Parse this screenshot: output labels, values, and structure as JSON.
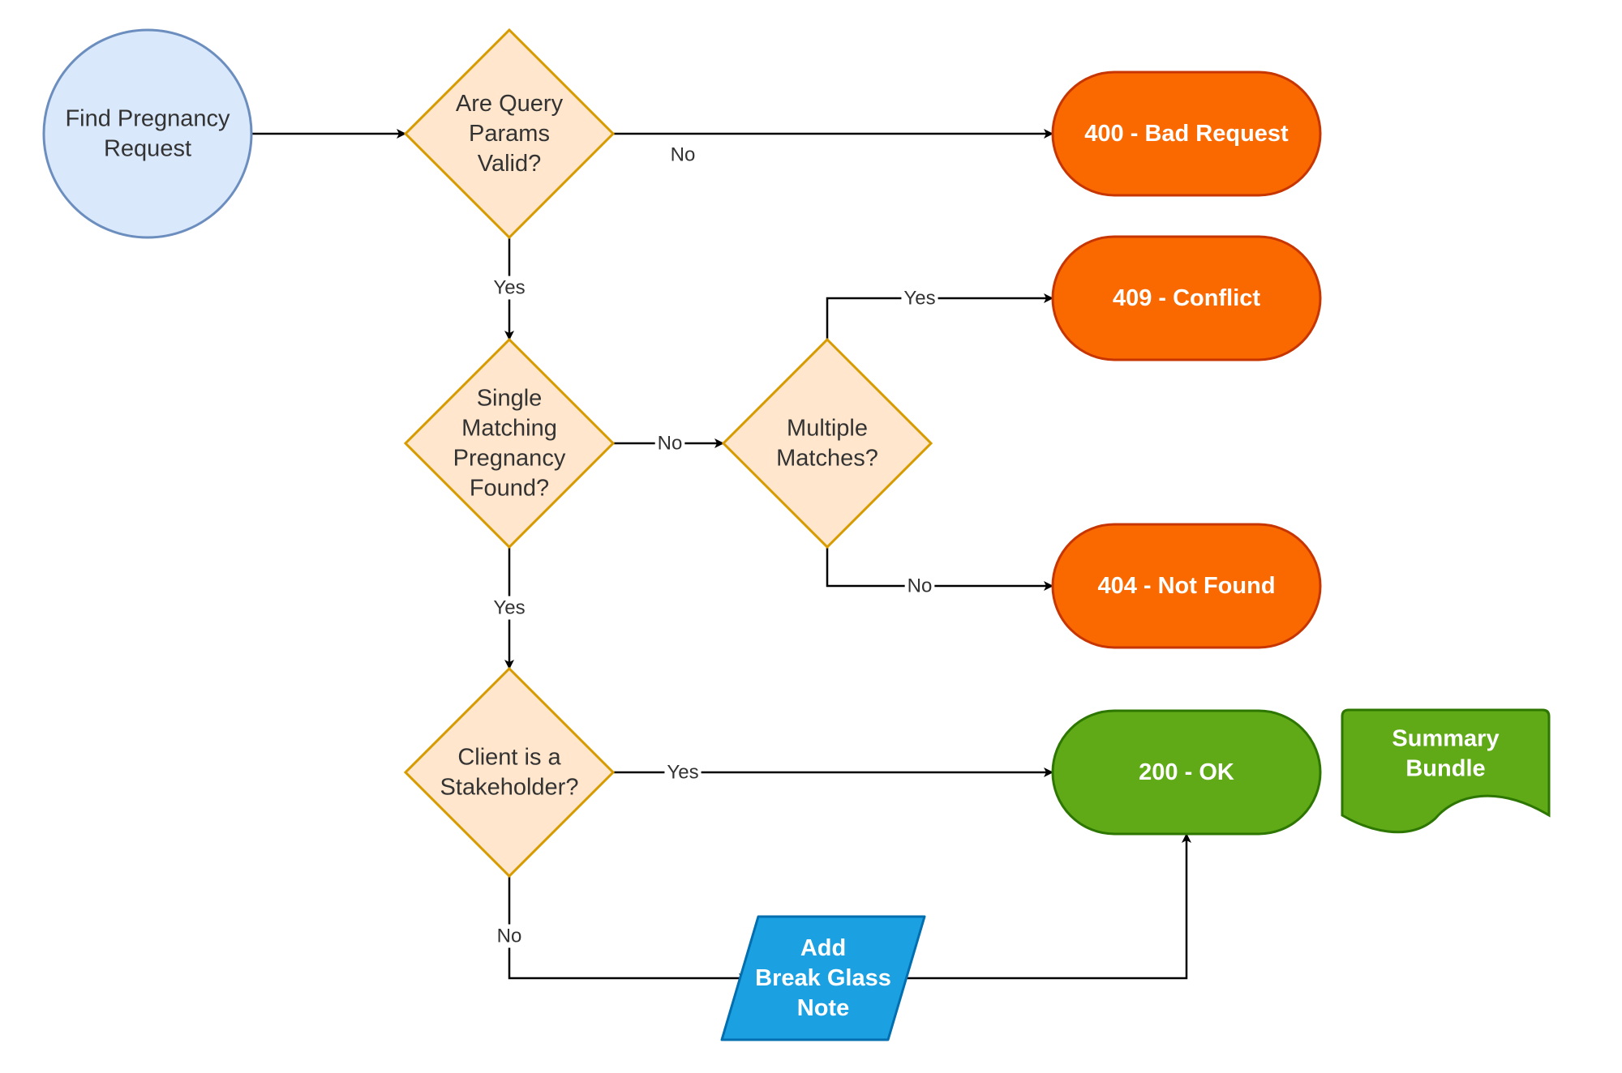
{
  "colors": {
    "start_fill": "#dae8fc",
    "start_stroke": "#6c8ebf",
    "decision_fill": "#ffe6cc",
    "decision_stroke": "#d79b00",
    "error_fill": "#fa6800",
    "error_stroke": "#c73500",
    "ok_fill": "#60a917",
    "ok_stroke": "#2d7600",
    "process_fill": "#1ba1e2",
    "process_stroke": "#006eaf",
    "edge": "#000000"
  },
  "nodes": {
    "start": {
      "shape": "circle",
      "lines": [
        "Find Pregnancy",
        "Request"
      ]
    },
    "query_valid": {
      "shape": "diamond",
      "lines": [
        "Are Query",
        "Params",
        "Valid?"
      ]
    },
    "single_match": {
      "shape": "diamond",
      "lines": [
        "Single",
        "Matching",
        "Pregnancy",
        "Found?"
      ]
    },
    "multiple_matches": {
      "shape": "diamond",
      "lines": [
        "Multiple",
        "Matches?"
      ]
    },
    "stakeholder": {
      "shape": "diamond",
      "lines": [
        "Client is a",
        "Stakeholder?"
      ]
    },
    "bad_request": {
      "shape": "terminator",
      "lines": [
        "400 - Bad Request"
      ]
    },
    "conflict": {
      "shape": "terminator",
      "lines": [
        "409 - Conflict"
      ]
    },
    "not_found": {
      "shape": "terminator",
      "lines": [
        "404 - Not Found"
      ]
    },
    "ok": {
      "shape": "terminator",
      "lines": [
        "200 - OK"
      ]
    },
    "summary_bundle": {
      "shape": "document",
      "lines": [
        "Summary",
        "Bundle"
      ]
    },
    "break_glass": {
      "shape": "parallelogram",
      "lines": [
        "Add",
        "Break Glass",
        "Note"
      ]
    }
  },
  "edges": [
    {
      "from": "start",
      "to": "query_valid",
      "label": ""
    },
    {
      "from": "query_valid",
      "to": "bad_request",
      "label": "No"
    },
    {
      "from": "query_valid",
      "to": "single_match",
      "label": "Yes"
    },
    {
      "from": "single_match",
      "to": "multiple_matches",
      "label": "No"
    },
    {
      "from": "multiple_matches",
      "to": "conflict",
      "label": "Yes"
    },
    {
      "from": "multiple_matches",
      "to": "not_found",
      "label": "No"
    },
    {
      "from": "single_match",
      "to": "stakeholder",
      "label": "Yes"
    },
    {
      "from": "stakeholder",
      "to": "ok",
      "label": "Yes"
    },
    {
      "from": "stakeholder",
      "to": "break_glass",
      "label": "No"
    },
    {
      "from": "break_glass",
      "to": "ok",
      "label": ""
    }
  ]
}
